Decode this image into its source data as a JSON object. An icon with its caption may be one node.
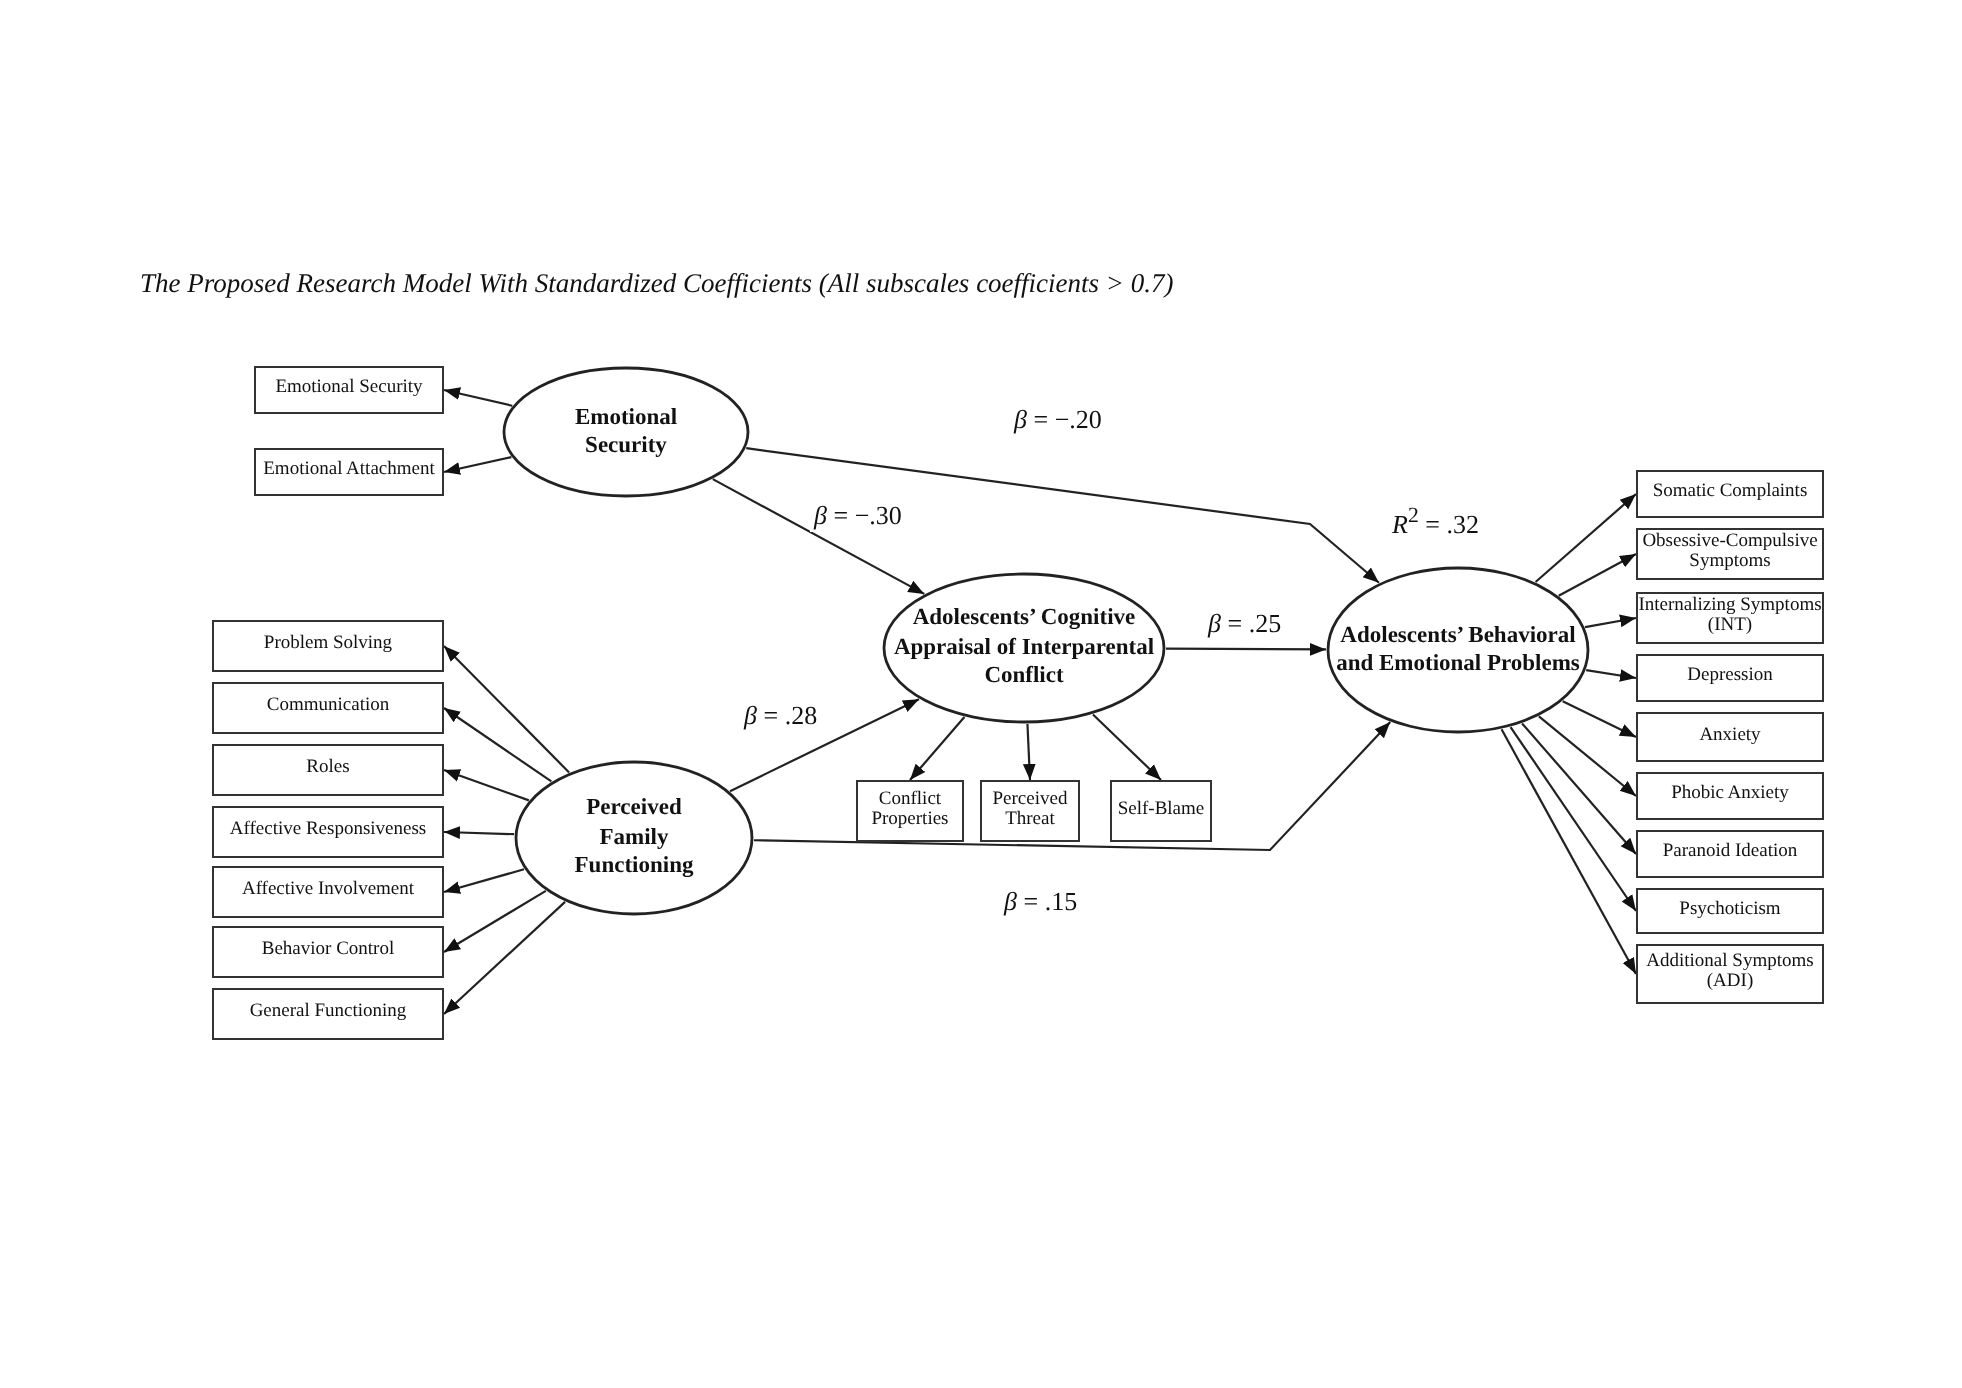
{
  "diagram": {
    "title": "The Proposed Research Model With Standardized Coefficients (All subscales coefficients > 0.7)",
    "nodes": [
      {
        "text": [
          "Emotional Security"
        ]
      },
      {
        "text": [
          "Emotional Attachment"
        ]
      },
      {
        "text": [
          "Emotional Security"
        ]
      },
      {
        "text": [
          "Problem Solving"
        ]
      },
      {
        "text": [
          "Communication"
        ]
      },
      {
        "text": [
          "Roles"
        ]
      },
      {
        "text": [
          "Affective Responsiveness"
        ]
      },
      {
        "text": [
          "Affective Involvement"
        ]
      },
      {
        "text": [
          "Behavior Control"
        ]
      },
      {
        "text": [
          "General Functioning"
        ]
      },
      {
        "text": [
          "Perceived Family Functioning"
        ]
      },
      {
        "text": [
          "Adolescents’ Cognitive Appraisal of Interparental Conflict"
        ]
      },
      {
        "text": [
          "Conflict Properties"
        ]
      },
      {
        "text": [
          "Perceived Threat"
        ]
      },
      {
        "text": [
          "Self-Blame"
        ]
      },
      {
        "text": [
          "Adolescents’ Behavioral and Emotional Problems"
        ],
        "beside": [
          "*R*$^{2}$ = .32"
        ]
      },
      {
        "text": [
          "Somatic Complaints"
        ]
      },
      {
        "text": [
          "Obsessive-Compulsive Symptoms"
        ]
      },
      {
        "text": [
          "Internalizing Symptoms (INT)"
        ]
      },
      {
        "text": [
          "Depression"
        ]
      },
      {
        "text": [
          "Anxiety"
        ]
      },
      {
        "text": [
          "Phobic Anxiety"
        ]
      },
      {
        "text": [
          "Paranoid Ideation"
        ]
      },
      {
        "text": [
          "Psychoticism"
        ]
      },
      {
        "text": [
          "Additional Symptoms (ADI)"
        ]
      }
    ],
    "edges": [
      {
        "from": 2,
        "to": 0,
        "arrow": "to"
      },
      {
        "from": 2,
        "to": 1,
        "arrow": "to"
      },
      {
        "from": 2,
        "to": 11,
        "arrow": "to",
        "label": "*β* = −.30"
      },
      {
        "from": 2,
        "to": 15,
        "arrow": "to",
        "label": "*β* = −.20"
      },
      {
        "from": 10,
        "to": 3,
        "arrow": "to"
      },
      {
        "from": 10,
        "to": 4,
        "arrow": "to"
      },
      {
        "from": 10,
        "to": 5,
        "arrow": "to"
      },
      {
        "from": 10,
        "to": 6,
        "arrow": "to"
      },
      {
        "from": 10,
        "to": 7,
        "arrow": "to"
      },
      {
        "from": 10,
        "to": 8,
        "arrow": "to"
      },
      {
        "from": 10,
        "to": 9,
        "arrow": "to"
      },
      {
        "from": 10,
        "to": 11,
        "arrow": "to",
        "label": "*β* = .28"
      },
      {
        "from": 10,
        "to": 15,
        "arrow": "to",
        "label": "*β* = .15"
      },
      {
        "from": 11,
        "to": 12,
        "arrow": "to"
      },
      {
        "from": 11,
        "to": 13,
        "arrow": "to"
      },
      {
        "from": 11,
        "to": 14,
        "arrow": "to"
      },
      {
        "from": 11,
        "to": 15,
        "arrow": "to",
        "label": "*β* = .25"
      },
      {
        "from": 15,
        "to": 16,
        "arrow": "to"
      },
      {
        "from": 15,
        "to": 17,
        "arrow": "to"
      },
      {
        "from": 15,
        "to": 18,
        "arrow": "to"
      },
      {
        "from": 15,
        "to": 19,
        "arrow": "to"
      },
      {
        "from": 15,
        "to": 20,
        "arrow": "to"
      },
      {
        "from": 15,
        "to": 21,
        "arrow": "to"
      },
      {
        "from": 15,
        "to": 22,
        "arrow": "to"
      },
      {
        "from": 15,
        "to": 23,
        "arrow": "to"
      },
      {
        "from": 15,
        "to": 24,
        "arrow": "to"
      }
    ]
  }
}
